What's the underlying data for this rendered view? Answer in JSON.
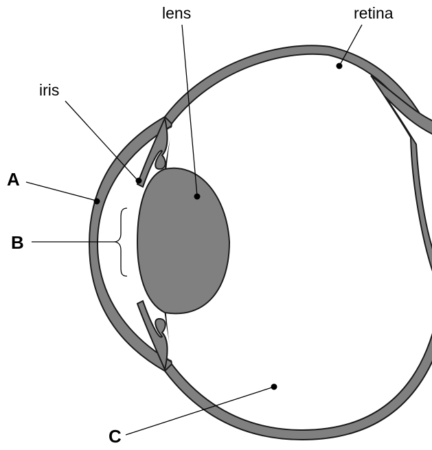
{
  "labels": {
    "lens": "lens",
    "retina": "retina",
    "iris": "iris",
    "a": "A",
    "b": "B",
    "c": "C"
  },
  "colors": {
    "tissue": "#808080",
    "outline": "#1a1a1a",
    "background": "#ffffff",
    "leader": "#000000"
  }
}
